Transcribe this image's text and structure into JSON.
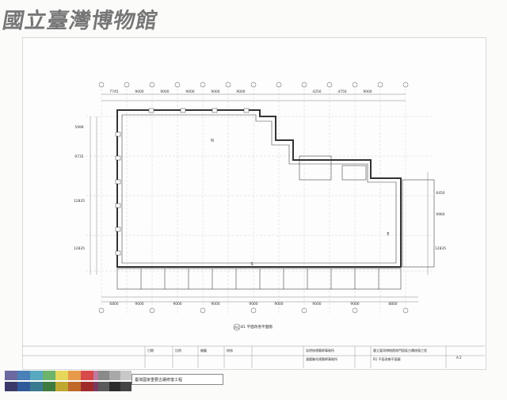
{
  "watermark": "國立臺灣博物館",
  "drawing": {
    "top_dims": [
      "7745",
      "9000",
      "9000",
      "9000",
      "9000",
      "9000",
      "4250",
      "4750",
      "9000"
    ],
    "bottom_dims": [
      "6800",
      "9000",
      "9000",
      "9000",
      "9000",
      "9000",
      "9000",
      "9000",
      "8800"
    ],
    "left_dims": [
      "5999",
      "9735",
      "12835",
      "12835"
    ],
    "right_dims": [
      "12835",
      "6450",
      "9960"
    ],
    "room_labels": [
      "N",
      "S",
      "E"
    ],
    "plan_caption": "B1 平面改善平面圖",
    "scale_tag": "A1"
  },
  "title_block": {
    "project": "國立臺灣博物館南門園區古蹟修復工程",
    "firm_1": "吳明修建築師事務所",
    "firm_2": "潘冀聯合建築師事務所",
    "sheet_title": "B1 平面改善平面圖",
    "date_label": "日期",
    "scale_label": "比例",
    "drawn_label": "繪圖",
    "checked_label": "校核",
    "sheet_no": "A-2"
  },
  "footer": {
    "label_text": "臺灣國家重要古蹟修復工程"
  },
  "colors": {
    "swatches_top": [
      "#6a6aa0",
      "#4a7fb8",
      "#58a8c0",
      "#6cb46c",
      "#e6d75a",
      "#e89a4a",
      "#d84a4a",
      "#c07aa0"
    ],
    "swatches_bottom": [
      "#3a3a6a",
      "#2f5a9a",
      "#3a7a90",
      "#3f7a3f",
      "#c0a830",
      "#c0682a",
      "#a02a2a",
      "#7a3a60"
    ],
    "gray_swatches": [
      "#8a8a8a",
      "#a8a8a8",
      "#c8c8c8",
      "#5a5a5a",
      "#2a2a2a",
      "#444444"
    ]
  }
}
